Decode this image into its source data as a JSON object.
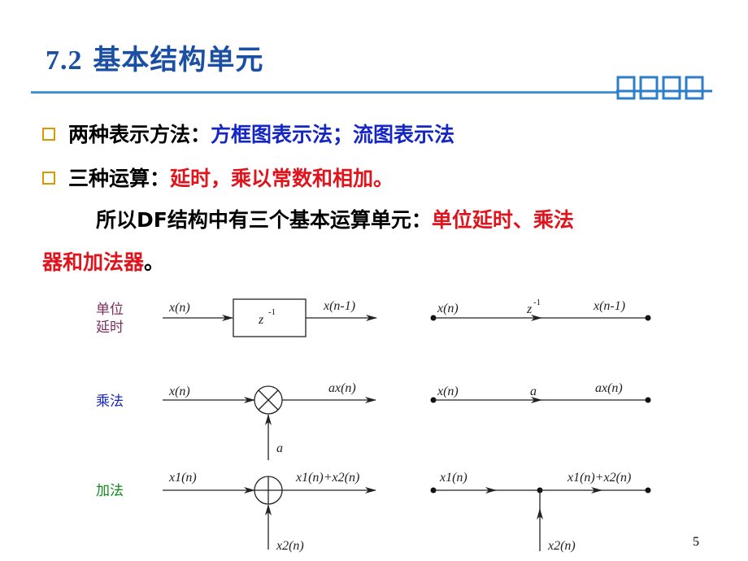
{
  "title": {
    "number": "7.2",
    "text": "基本结构单元"
  },
  "bullets": [
    {
      "prefix": "两种表示方法：",
      "highlight": "方框图表示法；流图表示法",
      "highlight_color": "#1525c6"
    },
    {
      "prefix": "三种运算：",
      "highlight": "延时，乘以常数和相加。",
      "highlight_color": "#e0141c"
    }
  ],
  "paragraph": {
    "line1_prefix": "所以DF结构中有三个基本运算单元：",
    "line1_highlight": "单位延时、乘法",
    "line2_highlight": "器和加法器",
    "line2_suffix": "。"
  },
  "diagram": {
    "rows": [
      {
        "label_line1": "单位",
        "label_line2": "延时",
        "label_color": "#7a2e5c",
        "block_input": "x(n)",
        "block_symbol": "z",
        "block_exp": "-1",
        "block_output": "x(n-1)",
        "flow_input": "x(n)",
        "flow_gain": "z",
        "flow_gain_exp": "-1",
        "flow_output": "x(n-1)"
      },
      {
        "label_line1": "乘法",
        "label_color": "#1525c6",
        "block_input": "x(n)",
        "block_output": "ax(n)",
        "block_side": "a",
        "flow_input": "x(n)",
        "flow_gain": "a",
        "flow_output": "ax(n)"
      },
      {
        "label_line1": "加法",
        "label_color": "#118a1c",
        "block_input": "x1(n)",
        "block_output": "x1(n)+x2(n)",
        "block_side": "x2(n)",
        "flow_input": "x1(n)",
        "flow_output": "x1(n)+x2(n)",
        "flow_side": "x2(n)"
      }
    ]
  },
  "page_number": "5",
  "colors": {
    "title": "#1a4fa3",
    "accent_line": "#2d7ec9",
    "bullet_box": "#d99a00"
  }
}
